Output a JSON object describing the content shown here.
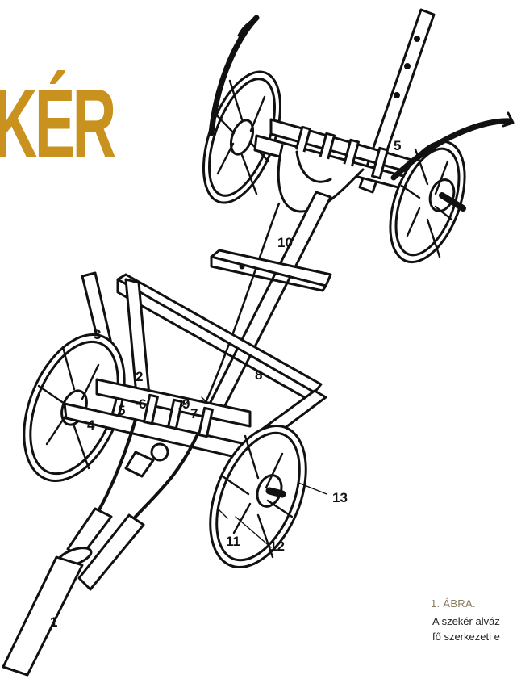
{
  "title": "KÉR",
  "labels": {
    "n1": "1",
    "n2": "2",
    "n3": "3",
    "n4": "4",
    "n5a": "5",
    "n5b": "5",
    "n6": "6",
    "n7": "7",
    "n8": "8",
    "n9": "9",
    "n10": "10",
    "n11": "11",
    "n12": "12",
    "n13": "13"
  },
  "caption": {
    "head": "1. ÁBRA.",
    "line1": "A szekér alváz",
    "line2": "fő szerkezeti e"
  },
  "colors": {
    "title": "#c9921e",
    "ink": "#111111",
    "caption_head": "#8a7a60"
  }
}
